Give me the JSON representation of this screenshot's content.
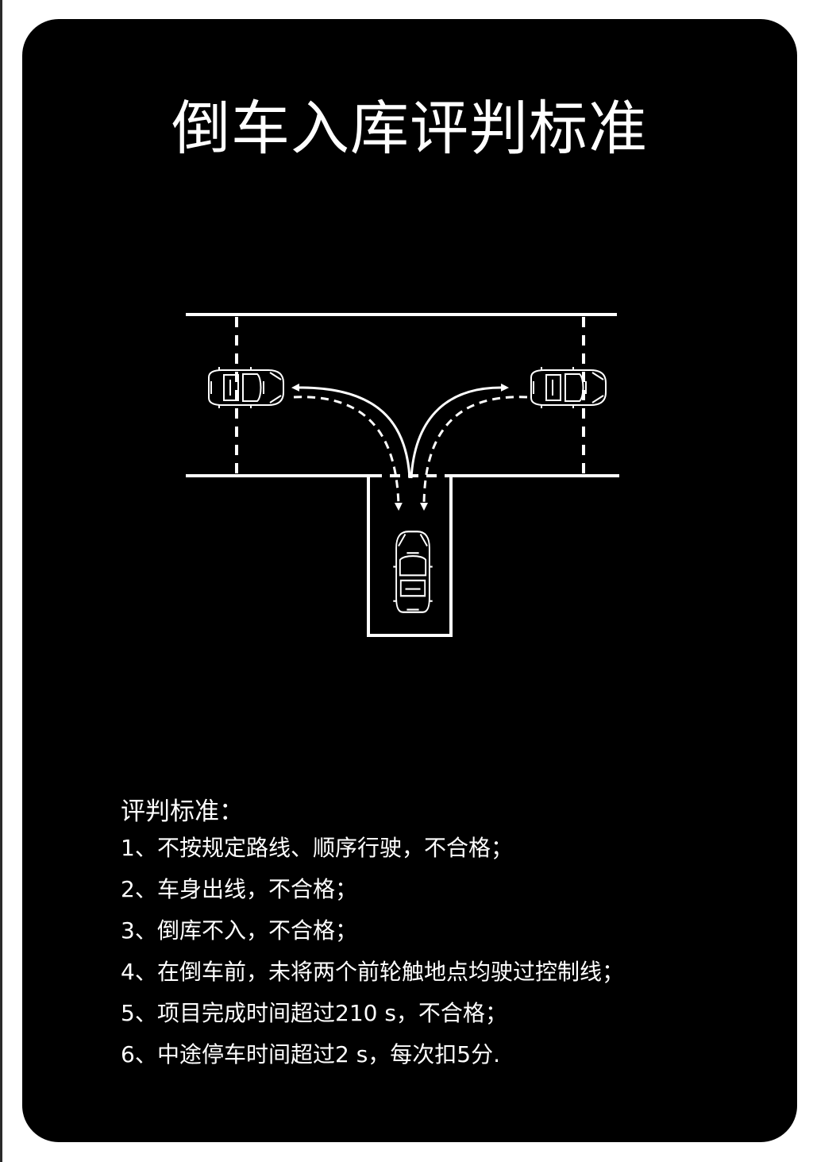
{
  "title": "倒车入库评判标准",
  "diagram": {
    "elements": [
      "road-boundary",
      "control-lines",
      "garage",
      "car-left",
      "car-right",
      "car-parked",
      "path-arrows"
    ]
  },
  "criteria": {
    "heading": "评判标准：",
    "rules": [
      {
        "num": "1、",
        "text": "不按规定路线、顺序行驶，不合格；"
      },
      {
        "num": "2、",
        "text": "车身出线，不合格；"
      },
      {
        "num": "3、",
        "text": "倒库不入，不合格；"
      },
      {
        "num": "4、",
        "text": "在倒车前，未将两个前轮触地点均驶过控制线；"
      },
      {
        "num": "5、",
        "text": "项目完成时间超过210 s，不合格；"
      },
      {
        "num": "6、",
        "text": "中途停车时间超过2 s，每次扣5分."
      }
    ]
  },
  "colors": {
    "background": "#000000",
    "foreground": "#ffffff",
    "page": "#ffffff"
  }
}
